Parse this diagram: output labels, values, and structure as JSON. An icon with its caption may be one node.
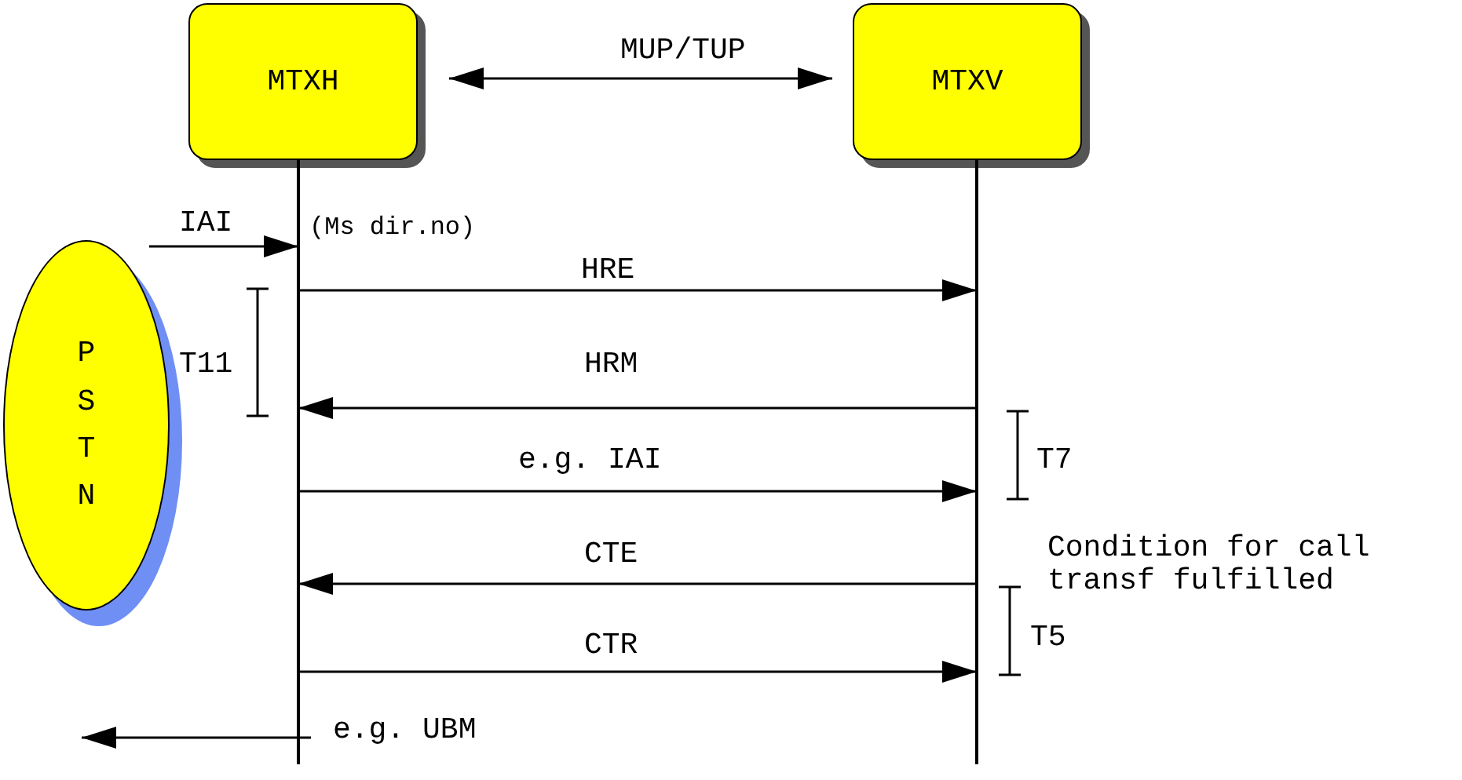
{
  "diagram": {
    "nodes": [
      {
        "text": [
          "MTXH"
        ]
      },
      {
        "text": [
          "MTXV"
        ]
      },
      {
        "text": [
          "P S T N"
        ]
      }
    ],
    "edges": [
      {
        "from": 0,
        "to": 1,
        "arrow": "both",
        "label": "MUP/TUP"
      },
      {
        "from": 2,
        "to": 0,
        "arrow": "to",
        "label": "IAI"
      },
      {
        "from": 0,
        "to": 1,
        "arrow": "to",
        "label": "HRE"
      },
      {
        "from": 1,
        "to": 0,
        "arrow": "to",
        "label": "HRM"
      },
      {
        "from": 0,
        "to": 1,
        "arrow": "to",
        "label": "e.g. IAI"
      },
      {
        "from": 1,
        "to": 0,
        "arrow": "to",
        "label": "CTE"
      },
      {
        "from": 0,
        "to": 1,
        "arrow": "to",
        "label": "CTR"
      },
      {
        "from": 0,
        "to": null,
        "arrow": "to",
        "label": "e.g. UBM"
      }
    ],
    "labels": [
      "(Ms dir.no)",
      "T11",
      "T7",
      "Condition for call transf fulfilled",
      "T5"
    ]
  }
}
